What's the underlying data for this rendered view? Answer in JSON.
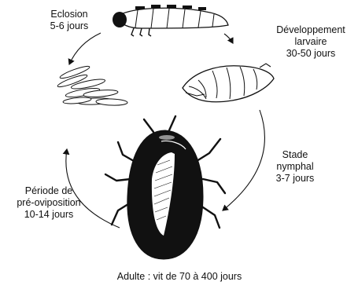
{
  "diagram": {
    "stages": {
      "eclosion": {
        "title": "Eclosion",
        "duration": "5-6 jours"
      },
      "larval": {
        "title_line1": "Développement",
        "title_line2": "larvaire",
        "duration": "30-50 jours"
      },
      "pupal": {
        "title_line1": "Stade",
        "title_line2": "nymphal",
        "duration": "3-7 jours"
      },
      "preoviposition": {
        "title_line1": "Période de",
        "title_line2": "pré-oviposition",
        "duration": "10-14 jours"
      }
    },
    "adult_caption": "Adulte : vit de 70 à 400 jours",
    "icons": [
      "eggs-icon",
      "larva-icon",
      "pupa-icon",
      "beetle-icon",
      "cycle-arrow-icon"
    ],
    "colors": {
      "ink": "#111111",
      "background": "#ffffff"
    }
  }
}
